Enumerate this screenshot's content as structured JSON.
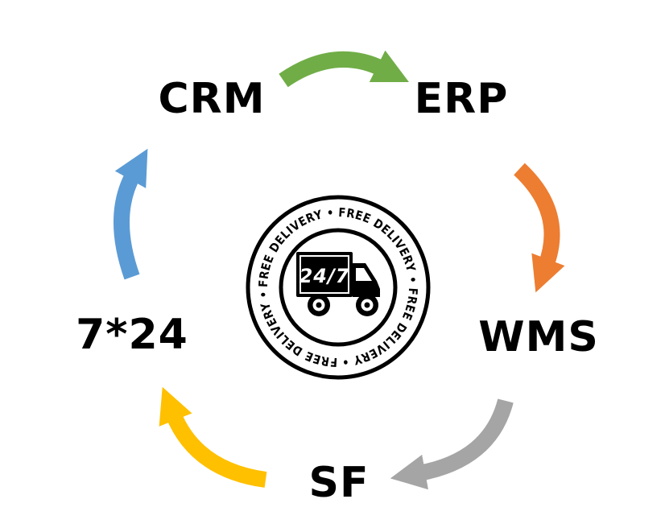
{
  "diagram": {
    "nodes": [
      {
        "label": "CRM"
      },
      {
        "label": "ERP"
      },
      {
        "label": "WMS"
      },
      {
        "label": "SF"
      },
      {
        "label": "7*24"
      }
    ],
    "arrows": [
      {
        "from": "CRM",
        "to": "ERP",
        "color": "#70AD47"
      },
      {
        "from": "ERP",
        "to": "WMS",
        "color": "#ED7D31"
      },
      {
        "from": "WMS",
        "to": "SF",
        "color": "#A5A5A5"
      },
      {
        "from": "SF",
        "to": "7*24",
        "color": "#FFC000"
      },
      {
        "from": "7*24",
        "to": "CRM",
        "color": "#5B9BD5"
      }
    ],
    "badge": {
      "ring_text": "FREE DELIVERY • FREE DELIVERY • FREE DELIVERY • FREE DELIVERY •",
      "truck_label": "24/7",
      "ink_color": "#000000"
    },
    "background": "#FFFFFF"
  }
}
